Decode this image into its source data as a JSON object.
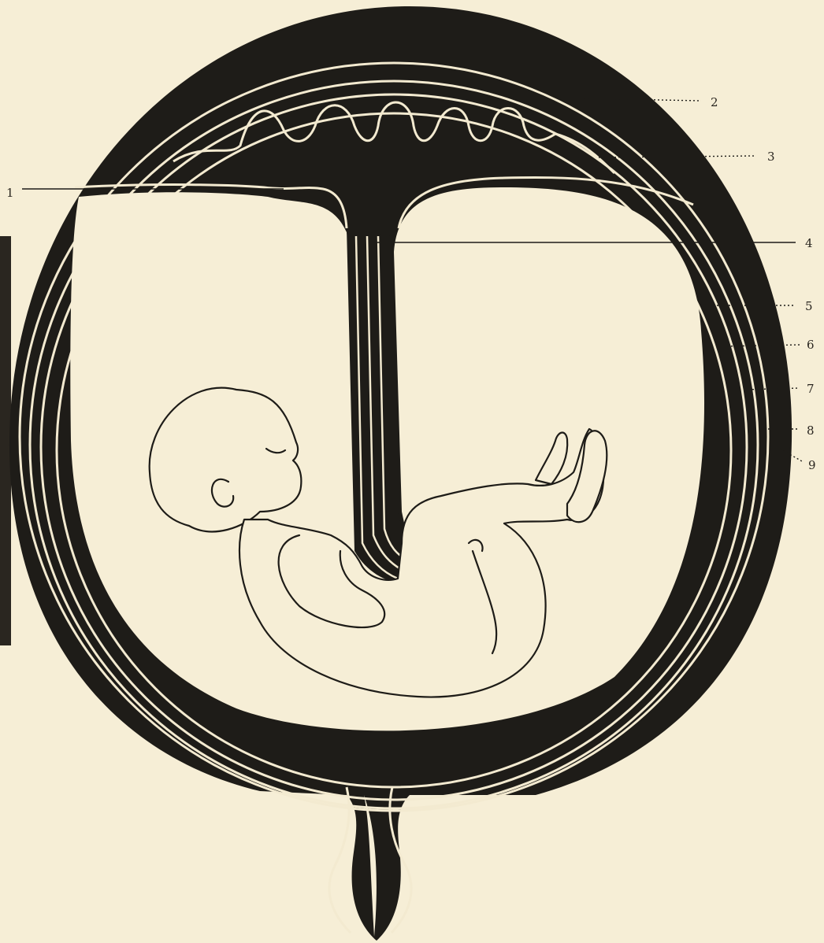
{
  "diagram": {
    "colors": {
      "paper": "#f6eed6",
      "ink": "#1e1c18",
      "line": "#f3ead0"
    },
    "callouts": [
      {
        "id": "1",
        "label": "1"
      },
      {
        "id": "2",
        "label": "2"
      },
      {
        "id": "3",
        "label": "3"
      },
      {
        "id": "4",
        "label": "4"
      },
      {
        "id": "5",
        "label": "5"
      },
      {
        "id": "6",
        "label": "6"
      },
      {
        "id": "7",
        "label": "7"
      },
      {
        "id": "8",
        "label": "8"
      },
      {
        "id": "9",
        "label": "9"
      }
    ]
  }
}
